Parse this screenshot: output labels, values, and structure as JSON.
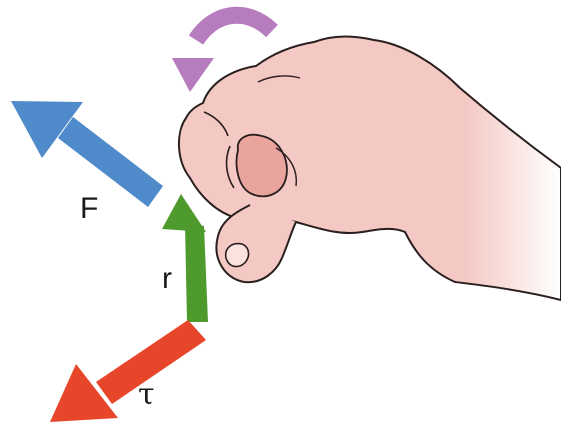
{
  "labels": {
    "force": "F",
    "position": "r",
    "torque": "τ"
  },
  "colors": {
    "force": "#4f8acb",
    "position": "#4e9a2c",
    "torque": "#e8462a",
    "rotation": "#b77cbe",
    "skin": "#f4c9c4",
    "skin_shadow": "#e9a49e",
    "outline": "#2a1f1f",
    "background": "#ffffff"
  },
  "icons": {
    "rotation_arrow": "curved-rotation-arrow-icon",
    "hand": "right-hand-icon"
  }
}
